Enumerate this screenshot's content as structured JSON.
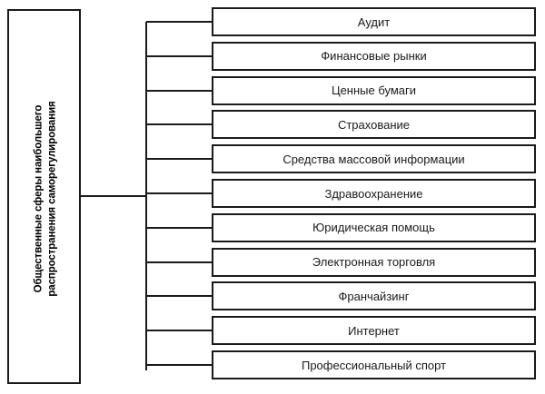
{
  "diagram": {
    "type": "hierarchy-tree",
    "orientation": "left-root-right-leaves",
    "background_color": "#ffffff",
    "line_color": "#1a1a1a",
    "box_fill_color": "#ffffff",
    "root": {
      "label_line1": "Общественные сферы наибольшего",
      "label_line2": "распространения саморегулирования",
      "label_full": "Общественные сферы наибольшего распространения саморегулирования",
      "text_rotation_deg": -90,
      "bold": true
    },
    "leaves": [
      {
        "label": "Аудит"
      },
      {
        "label": "Финансовые рынки"
      },
      {
        "label": "Ценные бумаги"
      },
      {
        "label": "Страхование"
      },
      {
        "label": "Средства массовой информации"
      },
      {
        "label": "Здравоохранение"
      },
      {
        "label": "Юридическая помощь"
      },
      {
        "label": "Электронная торговля"
      },
      {
        "label": "Франчайзинг"
      },
      {
        "label": "Интернет"
      },
      {
        "label": "Профессиональный спорт"
      }
    ]
  }
}
